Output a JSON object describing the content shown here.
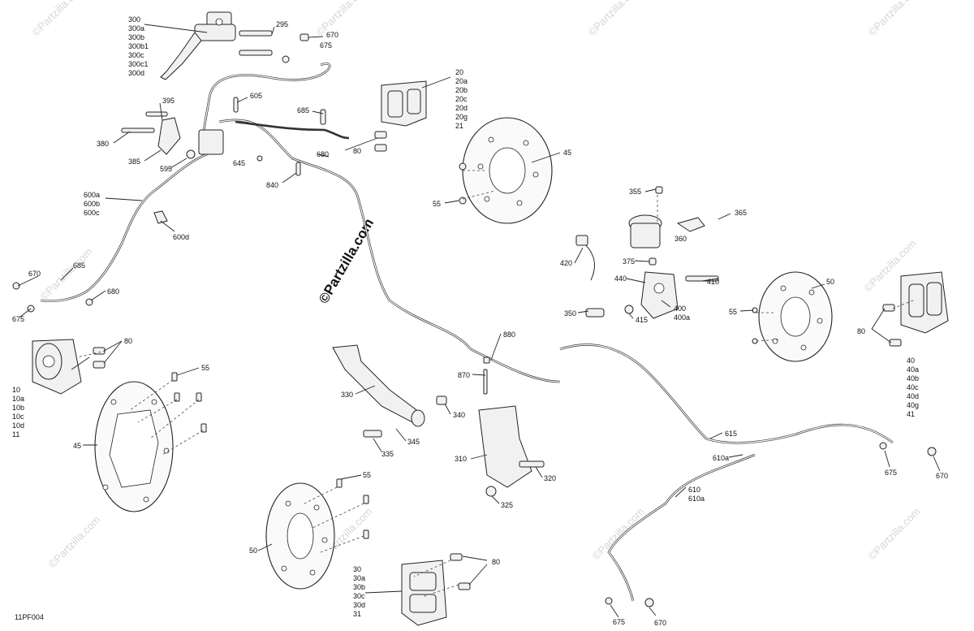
{
  "diagram": {
    "code": "11PF004",
    "watermark_small": "©Partzilla.com",
    "watermark_center": "©Partzilla.com"
  },
  "labels": {
    "c300": "300",
    "c300a": "300a",
    "c300b": "300b",
    "c300b1": "300b1",
    "c300c": "300c",
    "c300c1": "300c1",
    "c300d": "300d",
    "c295": "295",
    "c670a": "670",
    "c675a": "675",
    "c20": "20",
    "c20a": "20a",
    "c20b": "20b",
    "c20c": "20c",
    "c20d": "20d",
    "c20g": "20g",
    "c21": "21",
    "c395": "395",
    "c605": "605",
    "c685a": "685",
    "c380": "380",
    "c385": "385",
    "c595": "595",
    "c645": "645",
    "c680a": "680",
    "c80a": "80",
    "c840": "840",
    "c600a": "600a",
    "c600b": "600b",
    "c600c": "600c",
    "c600d": "600d",
    "c45a": "45",
    "c55a": "55",
    "c355": "355",
    "c365": "365",
    "c360": "360",
    "c420": "420",
    "c375": "375",
    "c440": "440",
    "c410": "410",
    "c350": "350",
    "c415": "415",
    "c400": "400",
    "c400a": "400a",
    "c50a": "50",
    "c55b": "55",
    "c80b": "80",
    "c40": "40",
    "c40a": "40a",
    "c40b": "40b",
    "c40c": "40c",
    "c40d": "40d",
    "c40g": "40g",
    "c41": "41",
    "c670b": "670",
    "c685b": "685",
    "c680b": "680",
    "c675b": "675",
    "c80c": "80",
    "c10": "10",
    "c10a": "10a",
    "c10b": "10b",
    "c10c": "10c",
    "c10d": "10d",
    "c11": "11",
    "c55c": "55",
    "c45b": "45",
    "c880": "880",
    "c870": "870",
    "c330": "330",
    "c340": "340",
    "c345": "345",
    "c335": "335",
    "c310": "310",
    "c320": "320",
    "c325": "325",
    "c615": "615",
    "c610a_mid": "610a",
    "c610": "610",
    "c610a": "610a",
    "c675c": "675",
    "c670c": "670",
    "c55d": "55",
    "c50b": "50",
    "c80d": "80",
    "c30": "30",
    "c30a": "30a",
    "c30b": "30b",
    "c30c": "30c",
    "c30d": "30d",
    "c31": "31",
    "c675d": "675",
    "c670d": "670"
  }
}
